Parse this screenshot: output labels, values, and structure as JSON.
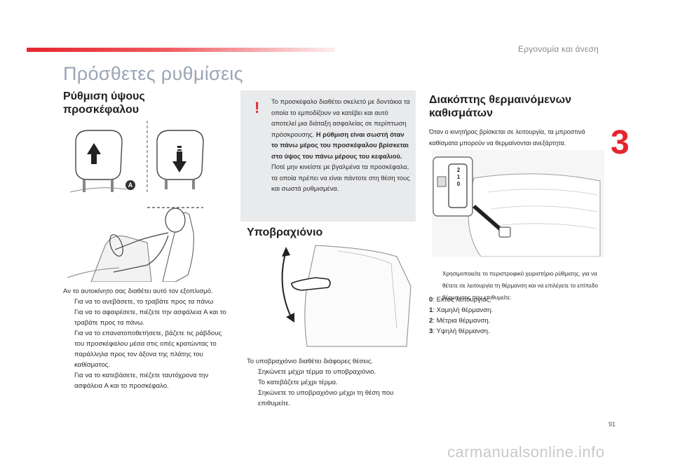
{
  "header": {
    "section": "Εργονομία και άνεση",
    "chapter": "3"
  },
  "page_title": "Πρόσθετες ρυθμίσεις",
  "headrest": {
    "title_line1": "Ρύθμιση ύψους",
    "title_line2": "προσκέφαλου",
    "label_a": "A",
    "intro": "Αν το αυτοκίνητο σας διαθέτει αυτό τον εξοπλισμό.",
    "bullets": [
      "Για να το ανεβάσετε, το τραβάτε προς τα πάνω",
      "Για να το αφαιρέσετε, πιέζετε την ασφάλεια A και το τραβάτε προς τα πάνω.",
      "Για να το επανατοποθετήσετε, βάζετε τις ράβδους του προσκέφαλου μέσα στις οπές κρατώντας το παράλληλα προς τον άξονα της πλάτης του καθίσματος.",
      "Για να το κατεβάσετε, πιέζετε ταυτόχρονα την ασφάλεια A και το προσκέφαλο."
    ]
  },
  "warning": {
    "icon": "!",
    "text_normal_1": "Το προσκέφαλο διαθέτει σκελετό με δοντάκια τα οποία το εμποδίζουν να κατέβει και αυτό αποτελεί μια διάταξη ασφαλείας σε περίπτωση πρόσκρουσης.",
    "text_bold": "Η ρύθμιση είναι σωστή όταν το πάνω μέρος του προσκέφαλου βρίσκεται στο ύψος του πάνω μέρους του κεφαλιού.",
    "text_normal_2": "Ποτέ μην κινείστε με βγαλμένα τα προσκέφαλα, τα οποία πρέπει να είναι πάντοτε στη θέση τους και σωστά ρυθμισμένα."
  },
  "armrest": {
    "title": "Υποβραχιόνιο",
    "intro": "Το υποβραχιόνιο διαθέτει διάφορες θέσεις.",
    "bullets": [
      "Σηκώνετε μέχρι τέρμα το υποβραχιόνιο.",
      "Το κατεβάζετε μέχρι τέρμα.",
      "Σηκώνετε το υποβραχιόνιο μέχρι τη θέση που επιθυμείτε."
    ]
  },
  "heated": {
    "title_line1": "Διακόπτης θερμαινόμενων",
    "title_line2": "καθισμάτων",
    "intro": "Όταν ο κινητήρας βρίσκεται σε λειτουργία, τα μπροστινά καθίσματα μπορούν να θερμαίνονται ανεξάρτητα.",
    "dial_labels": [
      "2",
      "1",
      "0"
    ],
    "note": "Χρησιμοποιείτε το περιστροφικό χειριστήριο ρύθμισης, για να θέτετε σε λειτουργία τη θέρμανση και να επιλέγετε το επίπεδο θέρμανσης που επιθυμείτε:",
    "levels": [
      {
        "num": "0",
        "text": ": Εκτός λειτουργίας."
      },
      {
        "num": "1",
        "text": ": Χαμηλή θέρμανση."
      },
      {
        "num": "2",
        "text": ": Μέτρια θέρμανση."
      },
      {
        "num": "3",
        "text": ": Υψηλή θέρμανση."
      }
    ]
  },
  "bullet_mark": "",
  "footer": {
    "page": "91",
    "watermark": "carmanualsonline.info"
  },
  "colors": {
    "accent": "#e5252e",
    "title": "#9aa6b5",
    "box": "#e9eaec"
  }
}
